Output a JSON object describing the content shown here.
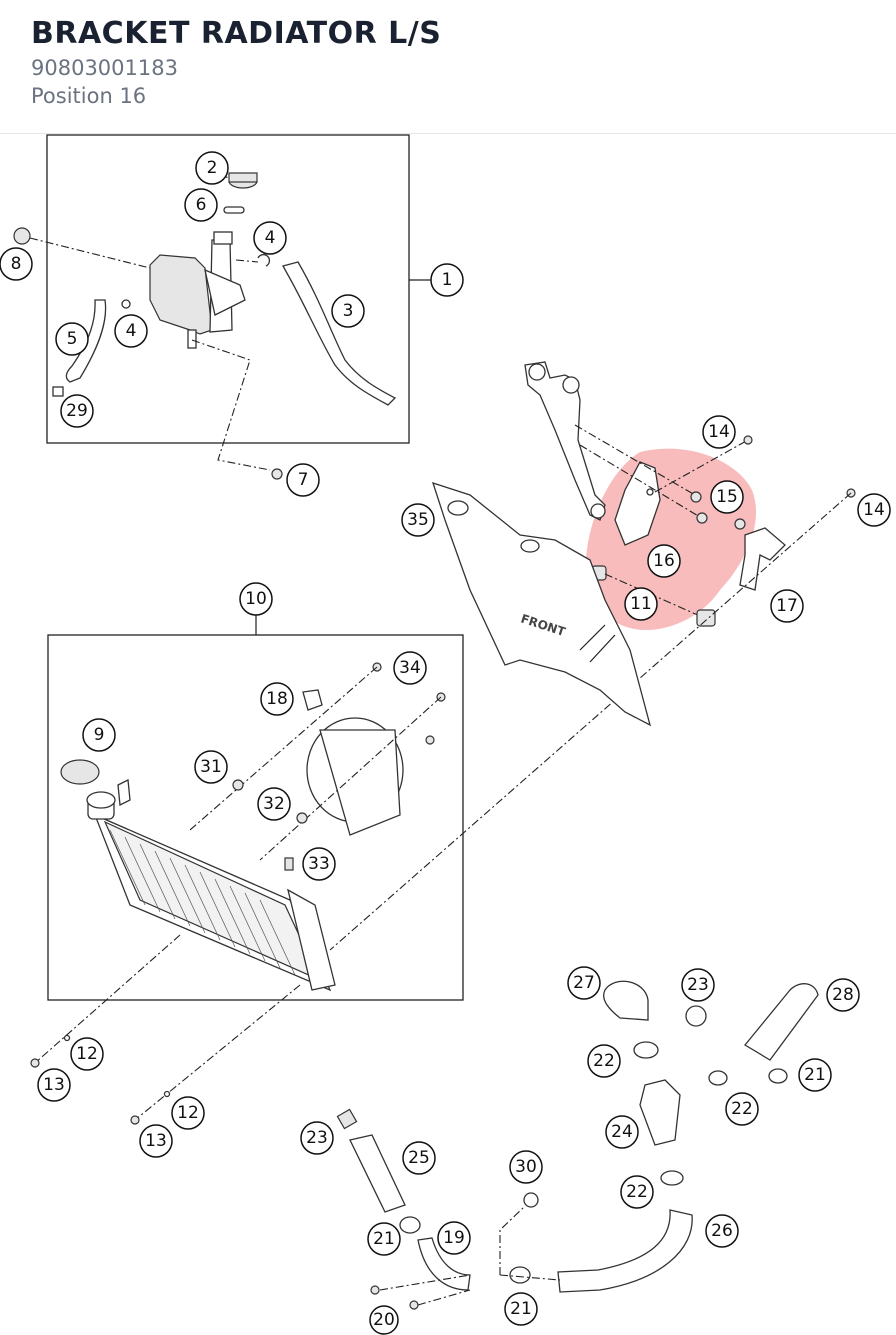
{
  "header": {
    "title": "BRACKET RADIATOR L/S",
    "part_number": "90803001183",
    "position": "Position 16"
  },
  "highlight": {
    "position": "16",
    "color": "#f26b6b"
  },
  "diagram": {
    "front_label": "FRONT",
    "callouts": [
      {
        "id": "c2",
        "label": "2"
      },
      {
        "id": "c6",
        "label": "6"
      },
      {
        "id": "c4a",
        "label": "4"
      },
      {
        "id": "c8",
        "label": "8"
      },
      {
        "id": "c1",
        "label": "1"
      },
      {
        "id": "c3",
        "label": "3"
      },
      {
        "id": "c5",
        "label": "5"
      },
      {
        "id": "c4b",
        "label": "4"
      },
      {
        "id": "c29",
        "label": "29"
      },
      {
        "id": "c7",
        "label": "7"
      },
      {
        "id": "c14a",
        "label": "14"
      },
      {
        "id": "c15",
        "label": "15"
      },
      {
        "id": "c14b",
        "label": "14"
      },
      {
        "id": "c35",
        "label": "35"
      },
      {
        "id": "c16",
        "label": "16"
      },
      {
        "id": "c11",
        "label": "11"
      },
      {
        "id": "c17",
        "label": "17"
      },
      {
        "id": "c10",
        "label": "10"
      },
      {
        "id": "c34",
        "label": "34"
      },
      {
        "id": "c18",
        "label": "18"
      },
      {
        "id": "c9",
        "label": "9"
      },
      {
        "id": "c31",
        "label": "31"
      },
      {
        "id": "c32",
        "label": "32"
      },
      {
        "id": "c33",
        "label": "33"
      },
      {
        "id": "c12a",
        "label": "12"
      },
      {
        "id": "c13a",
        "label": "13"
      },
      {
        "id": "c12b",
        "label": "12"
      },
      {
        "id": "c13b",
        "label": "13"
      },
      {
        "id": "c27",
        "label": "27"
      },
      {
        "id": "c23a",
        "label": "23"
      },
      {
        "id": "c28",
        "label": "28"
      },
      {
        "id": "c22a",
        "label": "22"
      },
      {
        "id": "c21a",
        "label": "21"
      },
      {
        "id": "c22b",
        "label": "22"
      },
      {
        "id": "c24",
        "label": "24"
      },
      {
        "id": "c23b",
        "label": "23"
      },
      {
        "id": "c25",
        "label": "25"
      },
      {
        "id": "c30",
        "label": "30"
      },
      {
        "id": "c22c",
        "label": "22"
      },
      {
        "id": "c26",
        "label": "26"
      },
      {
        "id": "c21b",
        "label": "21"
      },
      {
        "id": "c19",
        "label": "19"
      },
      {
        "id": "c21c",
        "label": "21"
      },
      {
        "id": "c20",
        "label": "20"
      }
    ]
  }
}
